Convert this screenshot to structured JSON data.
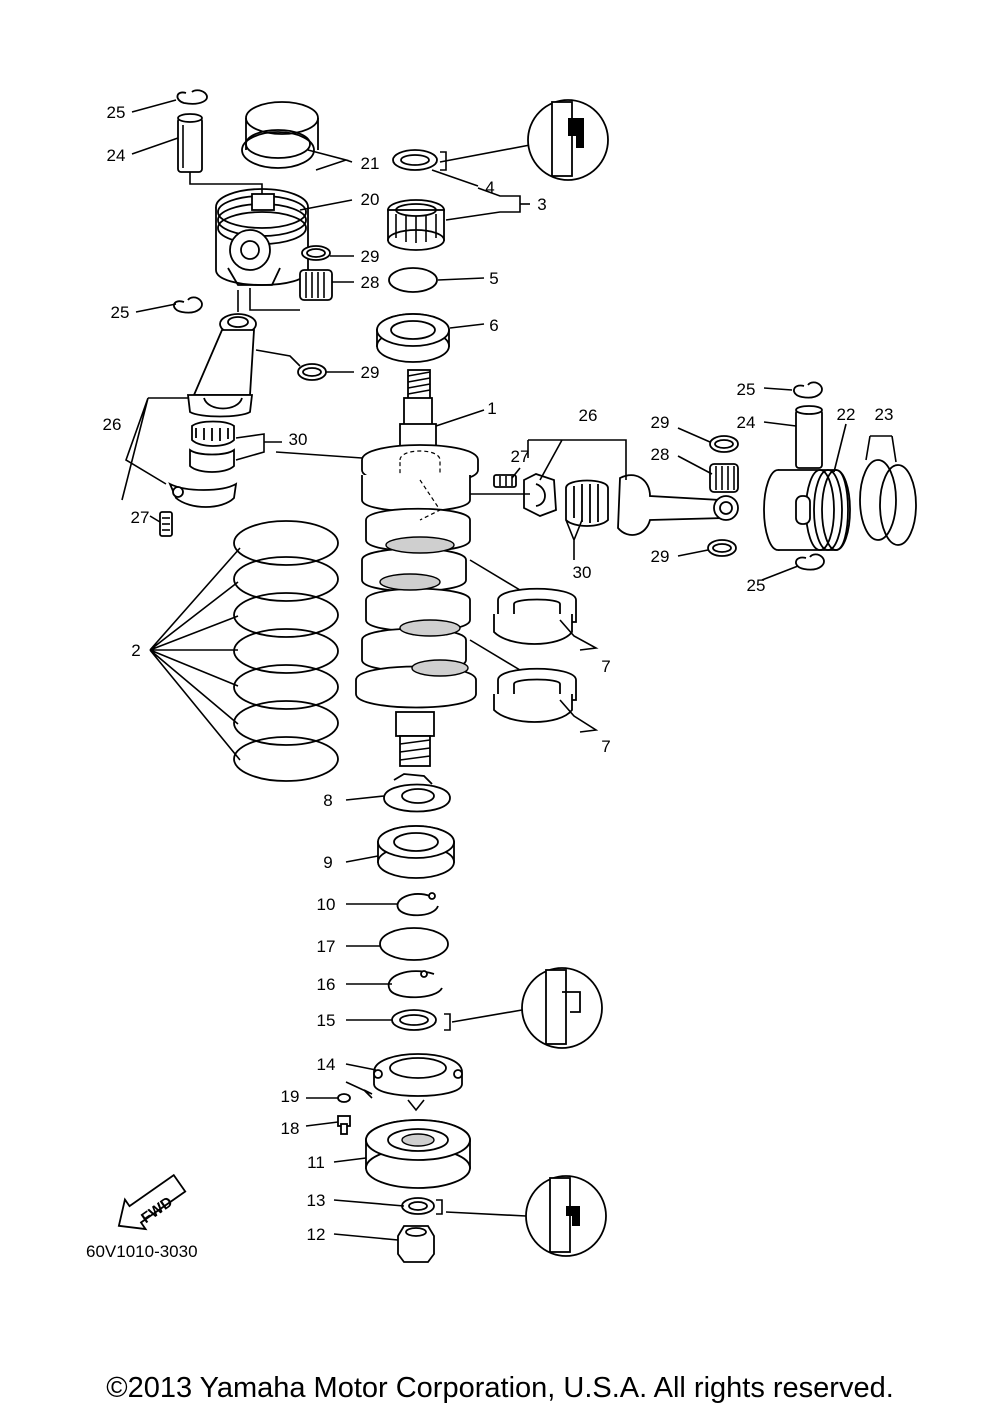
{
  "diagram": {
    "drawing_code": "60V1010-3030",
    "fwd_label": "FWD",
    "callouts": [
      {
        "id": "c25a",
        "text": "25"
      },
      {
        "id": "c24a",
        "text": "24"
      },
      {
        "id": "c21",
        "text": "21"
      },
      {
        "id": "c20",
        "text": "20"
      },
      {
        "id": "c29a",
        "text": "29"
      },
      {
        "id": "c28a",
        "text": "28"
      },
      {
        "id": "c25b",
        "text": "25"
      },
      {
        "id": "c29b",
        "text": "29"
      },
      {
        "id": "c4",
        "text": "4"
      },
      {
        "id": "c3",
        "text": "3"
      },
      {
        "id": "c5",
        "text": "5"
      },
      {
        "id": "c6",
        "text": "6"
      },
      {
        "id": "c1",
        "text": "1"
      },
      {
        "id": "c26a",
        "text": "26"
      },
      {
        "id": "c30a",
        "text": "30"
      },
      {
        "id": "c27a",
        "text": "27"
      },
      {
        "id": "c26b",
        "text": "26"
      },
      {
        "id": "c27b",
        "text": "27"
      },
      {
        "id": "c25c",
        "text": "25"
      },
      {
        "id": "c29c",
        "text": "29"
      },
      {
        "id": "c24b",
        "text": "24"
      },
      {
        "id": "c22",
        "text": "22"
      },
      {
        "id": "c23",
        "text": "23"
      },
      {
        "id": "c28b",
        "text": "28"
      },
      {
        "id": "c29d",
        "text": "29"
      },
      {
        "id": "c30b",
        "text": "30"
      },
      {
        "id": "c25d",
        "text": "25"
      },
      {
        "id": "c2",
        "text": "2"
      },
      {
        "id": "c7a",
        "text": "7"
      },
      {
        "id": "c7b",
        "text": "7"
      },
      {
        "id": "c8",
        "text": "8"
      },
      {
        "id": "c9",
        "text": "9"
      },
      {
        "id": "c10",
        "text": "10"
      },
      {
        "id": "c17",
        "text": "17"
      },
      {
        "id": "c16",
        "text": "16"
      },
      {
        "id": "c15",
        "text": "15"
      },
      {
        "id": "c14",
        "text": "14"
      },
      {
        "id": "c19",
        "text": "19"
      },
      {
        "id": "c18",
        "text": "18"
      },
      {
        "id": "c11",
        "text": "11"
      },
      {
        "id": "c13",
        "text": "13"
      },
      {
        "id": "c12",
        "text": "12"
      }
    ]
  },
  "footer": {
    "copyright": "©2013 Yamaha Motor Corporation, U.S.A. All rights reserved."
  }
}
